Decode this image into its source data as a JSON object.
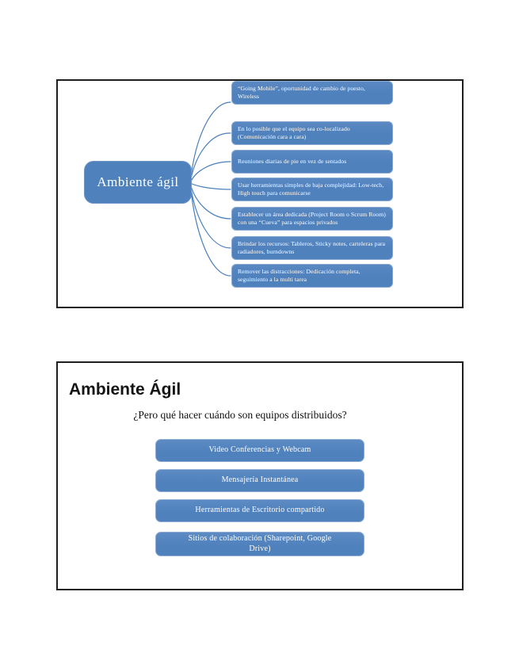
{
  "colors": {
    "box_fill": "#4f81bd",
    "box_border": "#87a9d2",
    "connector": "#4b7fbc",
    "slide_border": "#1e1e1e",
    "box_text": "#ffffff",
    "title_text": "#141414"
  },
  "slide1": {
    "node_label": "Ambiente ágil",
    "items": [
      "En lo posible que el equipo sea co-localizado (Comunicación cara a cara)",
      "Reuniones diarias de pie en vez de sentados",
      "Usar herramientas simples de baja complejidad: Low-tech, High touch para comunicarse",
      "Establecer un área dedicada (Project Room o Scrum Room) con una “Cueva” para espacios privados",
      "Brindar los recursos: Tableros, Sticky notes, carteleras para radiadores, burndowns",
      "Remover las distracciones: Dedicación completa, seguimiento a la multi tarea",
      "“Going Mobile”, oportunidad de cambio de puesto, Wireless"
    ]
  },
  "slide2": {
    "title": "Ambiente Ágil",
    "subtitle": "¿Pero qué hacer cuándo son equipos distribuidos?",
    "items": [
      "Video Conferencias y Webcam",
      "Mensajería Instantánea",
      "Herramientas de Escritorio compartido",
      "Sitios de colaboración (Sharepoint, Google Drive)"
    ]
  }
}
